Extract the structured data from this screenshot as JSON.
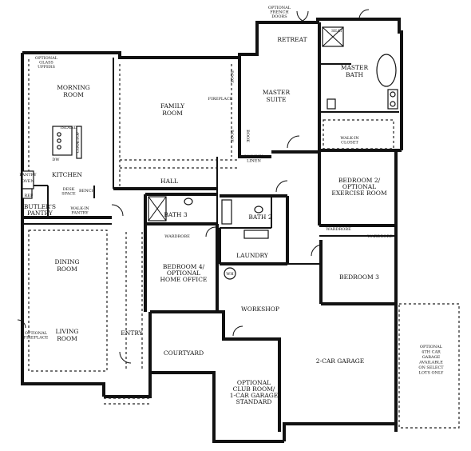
{
  "rooms": {
    "optional_french_doors": [
      "OPTIONAL",
      "FRENCH",
      "DOORS"
    ],
    "retreat": "RETREAT",
    "seat": "SEAT",
    "master_bath": [
      "MASTER",
      "BATH"
    ],
    "optional_glass_uppers": [
      "OPTIONAL",
      "GLASS",
      "UPPERS"
    ],
    "morning_room": [
      "MORNING",
      "ROOM"
    ],
    "family_room": [
      "FAMILY",
      "ROOM"
    ],
    "master_suite": [
      "MASTER",
      "SUITE"
    ],
    "fireplace_1": "FIREPLACE",
    "book_1": "BOOK",
    "book_2": "BOOK",
    "book_3": "BOOK",
    "island": "ISLAND",
    "cooktop": "COOKTOP",
    "dw": "DW",
    "pantry": "PANTRY",
    "oven": "OVEN",
    "ref": "REF",
    "kitchen": "KITCHEN",
    "walk_in_linen": [
      "WALK-IN",
      "LINEN"
    ],
    "walk_in_closet": [
      "WALK-IN",
      "CLOSET"
    ],
    "hall": "HALL",
    "desk_space": [
      "DESK",
      "SPACE"
    ],
    "bench": "BENCH",
    "bedroom_2": [
      "BEDROOM 2/",
      "OPTIONAL",
      "EXERCISE ROOM"
    ],
    "bath_3": "BATH 3",
    "bath_2": "BATH 2",
    "butlers_pantry": [
      "BUTLER'S",
      "PANTRY"
    ],
    "walk_in_pantry": [
      "WALK-IN",
      "PANTRY"
    ],
    "wardrobe_1": "WARDROBE",
    "wardrobe_2": "WARDROBE",
    "wardrobe_3": "WARDROBE",
    "laundry": "LAUNDRY",
    "wh": "WH",
    "dining_room": [
      "DINING",
      "ROOM"
    ],
    "bedroom_4": [
      "BEDROOM 4/",
      "OPTIONAL",
      "HOME OFFICE"
    ],
    "bedroom_3": "BEDROOM 3",
    "workshop": "WORKSHOP",
    "optional_fireplace": [
      "OPTIONAL",
      "FIREPLACE"
    ],
    "living_room": [
      "LIVING",
      "ROOM"
    ],
    "entry": "ENTRY",
    "courtyard": "COURTYARD",
    "two_car_garage": "2-CAR GARAGE",
    "optional_4th_car": [
      "OPTIONAL",
      "4TH CAR",
      "GARAGE",
      "AVAILABLE",
      "ON SELECT",
      "LOTS ONLY"
    ],
    "optional_club_room": [
      "OPTIONAL",
      "CLUB ROOM/",
      "1-CAR GARAGE",
      "STANDARD"
    ]
  }
}
